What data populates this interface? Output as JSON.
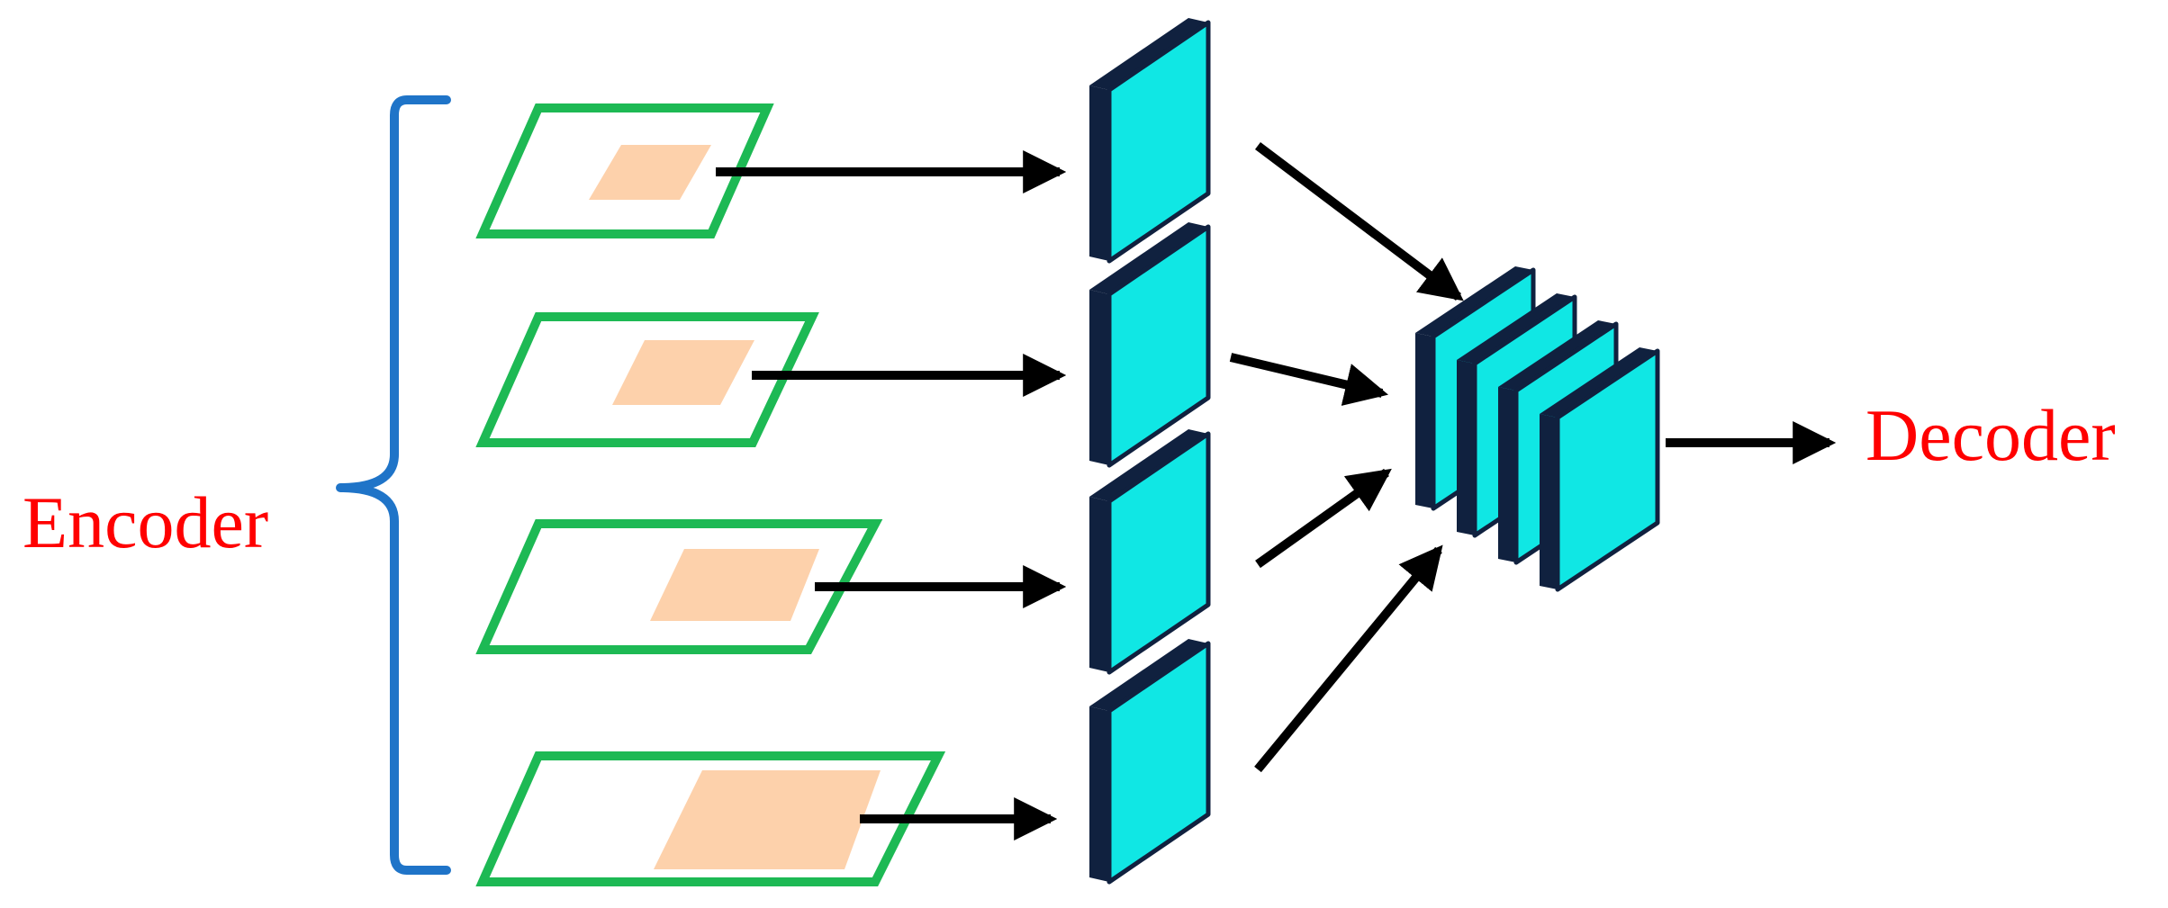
{
  "labels": {
    "encoder": "Encoder",
    "decoder": "Decoder"
  },
  "colors": {
    "label_text": "#ff0000",
    "bracket": "#1f74c8",
    "frame_outline": "#1db954",
    "patch_fill": "#fdd1ab",
    "block_face": "#10e7e4",
    "block_side": "#10213f",
    "arrow": "#000000",
    "background": "#ffffff"
  },
  "structure": {
    "input_frames": 4,
    "feature_blocks": 4,
    "fused_stack_layers": 4
  }
}
